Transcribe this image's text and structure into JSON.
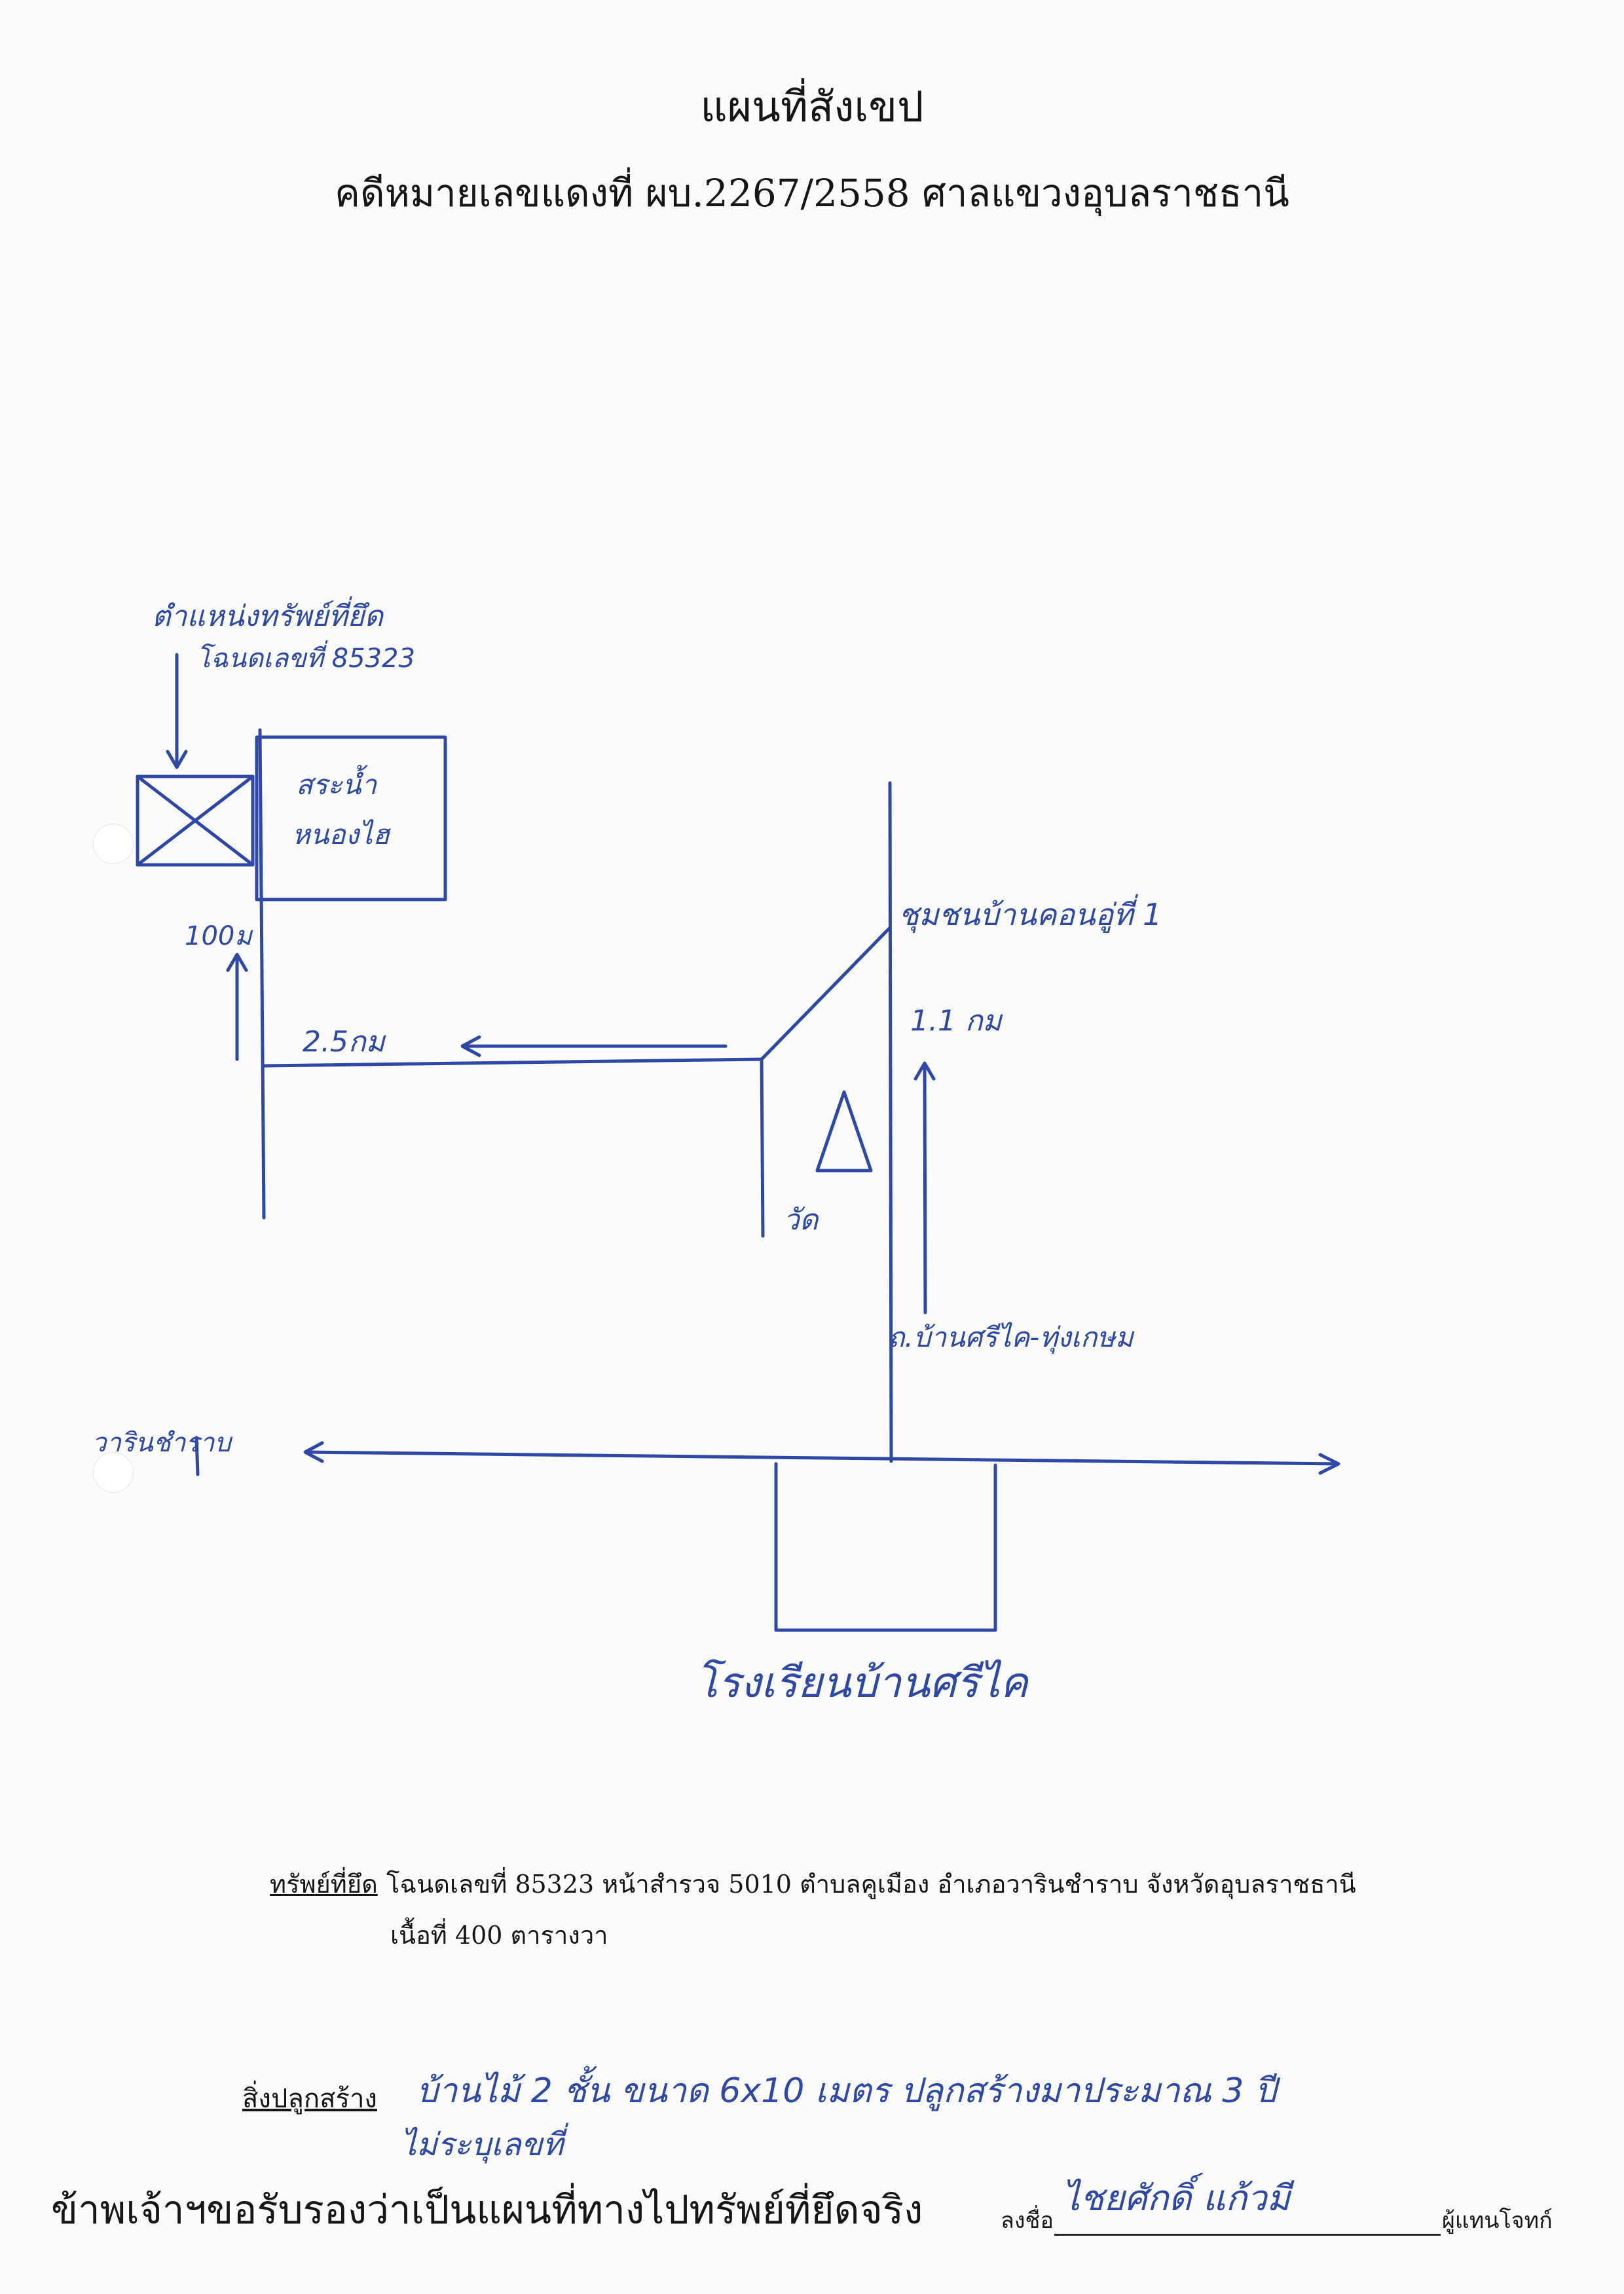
{
  "header": {
    "title": "แผนที่สังเขป",
    "subtitle": "คดีหมายเลขแดงที่ ผบ.2267/2558 ศาลแขวงอุบลราชธานี"
  },
  "map": {
    "ink_color": "#2f48a8",
    "labels": {
      "seized_location_line1": "ตำแหน่งทรัพย์ที่ยึด",
      "seized_location_line2": "โฉนดเลขที่ 85323",
      "pond_line1": "สระน้ำ",
      "pond_line2": "หนองไฮ",
      "dist_100m": "100ม",
      "dist_2_5km": "2.5กม",
      "community": "ชุมชนบ้านคอนอู่ที่ 1",
      "dist_1_1km": "1.1 กม",
      "temple": "วัด",
      "road_name": "ถ.บ้านศรีไค-ทุ่งเกษม",
      "west_label": "วารินชำราบ",
      "school": "โรงเรียนบ้านศรีไค"
    }
  },
  "footer": {
    "property_label": "ทรัพย์ที่ยึด",
    "property_detail": "โฉนดเลขที่ 85323  หน้าสำรวจ 5010  ตำบลคูเมือง  อำเภอวารินชำราบ  จังหวัดอุบลราชธานี",
    "area": "เนื้อที่ 400 ตารางวา",
    "buildings_label": "สิ่งปลูกสร้าง",
    "buildings_value_line1": "บ้านไม้ 2 ชั้น ขนาด 6x10 เมตร ปลูกสร้างมาประมาณ 3 ปี",
    "buildings_value_line2": "ไม่ระบุเลขที่",
    "certify": "ข้าพเจ้าฯขอรับรองว่าเป็นแผนที่ทางไปทรัพย์ที่ยึดจริง",
    "sign_label": "ลงชื่อ",
    "signature": "ไชยศักดิ์ แก้วมี",
    "role": "ผู้แทนโจทก์"
  }
}
